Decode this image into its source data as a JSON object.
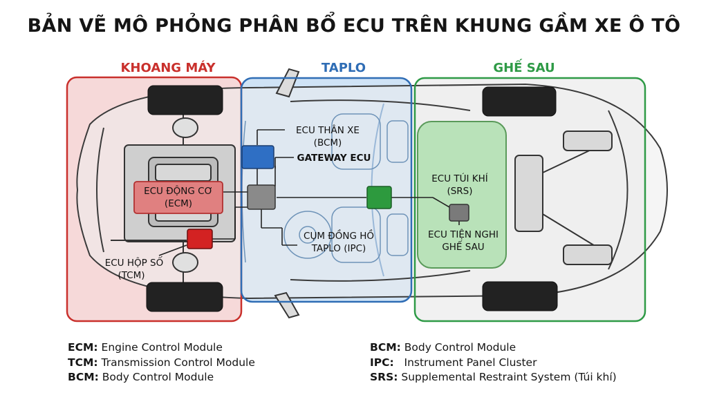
{
  "title": "BẢN VẼ MÔ PHỎNG PHÂN BỔ ECU TRÊN KHUNG GẦM XE Ô TÔ",
  "zones": [
    {
      "label": "KHOANG MÁY",
      "color": "#c9302c"
    },
    {
      "label": "TAPLO",
      "color": "#2f6db5"
    },
    {
      "label": "GHẾ SAU",
      "color": "#2e9a46"
    }
  ],
  "labels": {
    "bcm": [
      "ECU THÂN XE",
      "(BCM)"
    ],
    "gateway": "GATEWAY ECU",
    "ecm": [
      "ECU ĐỘNG CƠ",
      "(ECM)"
    ],
    "tcm": [
      "ECU HỘP SỐ",
      "(TCM)"
    ],
    "ipc": [
      "CỤM ĐỒNG HỒ",
      "TAPLO (IPC)"
    ],
    "srs": [
      "ECU TÚI KHÍ",
      "(SRS)"
    ],
    "comfort": [
      "ECU TIỆN NGHI",
      "GHẾ SAU"
    ]
  },
  "colors": {
    "bcm": "#2f6fc4",
    "gateway": "#8a8a8a",
    "ecm": "#e08080",
    "tcm": "#d32222",
    "ipc": "#2d9a3e",
    "rear_ecu": "#7a7a7a"
  },
  "legend": {
    "left": [
      {
        "abbr": "ECM",
        "sep": ":",
        "text": " Engine Control Module"
      },
      {
        "abbr": "TCM",
        "sep": ":",
        "text": " Transmission Control Module"
      },
      {
        "abbr": "BCM",
        "sep": ":",
        "text": " Body Control Module"
      }
    ],
    "right": [
      {
        "abbr": "BCM",
        "sep": ":",
        "text": " Body Control Module"
      },
      {
        "abbr": "IPC",
        "sep": ":",
        "text": "   Instrument Panel Cluster"
      },
      {
        "abbr": "SRS",
        "sep": ":",
        "text": " Supplemental Restraint System (Túi khí)"
      }
    ]
  }
}
